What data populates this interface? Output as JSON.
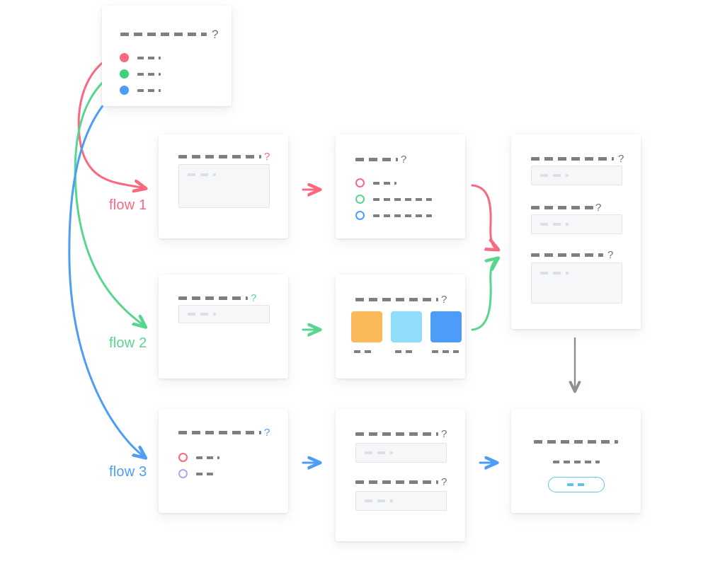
{
  "diagram": {
    "title": "user flow wireframe diagram",
    "background": "#ffffff"
  },
  "colors": {
    "pink": "#f9697f",
    "green": "#58d68d",
    "blue": "#4d9df8",
    "purple": "#b9a5e3",
    "gray_arrow": "#8b8f96",
    "dash_dark": "#7c8085",
    "dash_light": "#c9ccd1",
    "swatch_orange": "#fcb95a",
    "swatch_lightblue": "#8fdcfb",
    "swatch_blue": "#4d9df8",
    "button_outline": "#5ec3ef",
    "field_bg": "#f6f7f8",
    "field_border": "#e2e4e7"
  },
  "flow_labels": [
    {
      "text": "flow 1",
      "color": "#f9697f"
    },
    {
      "text": "flow 2",
      "color": "#58d68d"
    },
    {
      "text": "flow 3",
      "color": "#4d9df8"
    }
  ],
  "entry_card": {
    "name": "entry-menu-card",
    "heading_q": "?",
    "options": [
      {
        "bullet_color": "#f9697f",
        "label_len": 42
      },
      {
        "bullet_color": "#58d68d",
        "label_len": 42
      },
      {
        "bullet_color": "#4d9df8",
        "label_len": 42
      }
    ]
  },
  "flow1": {
    "step1": {
      "name": "flow1-form-card",
      "heading_q": "?",
      "heading_q_color": "pink",
      "field_type": "textarea"
    },
    "step2": {
      "name": "flow1-radio-card",
      "heading_q": "?",
      "heading_q_color": "gray",
      "options": [
        {
          "ring_color": "#f9697f",
          "label_len": 42
        },
        {
          "ring_color": "#58d68d",
          "label_len": 110
        },
        {
          "ring_color": "#4d9df8",
          "label_len": 110
        }
      ]
    }
  },
  "flow2": {
    "step1": {
      "name": "flow2-form-card",
      "heading_q": "?",
      "heading_q_color": "green",
      "field_type": "input"
    },
    "step2": {
      "name": "flow2-swatch-card",
      "heading_q": "?",
      "heading_q_color": "gray",
      "swatches": [
        {
          "color": "#fcb95a",
          "caption_len": 30
        },
        {
          "color": "#8fdcfb",
          "caption_len": 26
        },
        {
          "color": "#4d9df8",
          "caption_len": 38
        }
      ]
    }
  },
  "flow3": {
    "step1": {
      "name": "flow3-radio-card",
      "heading_q": "?",
      "heading_q_color": "blue",
      "options": [
        {
          "ring_color": "#f9697f",
          "label_len": 42
        },
        {
          "ring_color": "#b9a5e3",
          "label_len": 26
        }
      ]
    },
    "step2": {
      "name": "flow3-form-card",
      "fields": [
        {
          "heading_q": "?",
          "heading_q_color": "gray"
        },
        {
          "heading_q": "?",
          "heading_q_color": "gray"
        }
      ]
    }
  },
  "merge_card": {
    "name": "summary-form-card",
    "fields": [
      {
        "heading_q": "?",
        "label_len": 150,
        "field_height": 34
      },
      {
        "heading_q": "?",
        "label_len": 114,
        "field_height": 34
      },
      {
        "heading_q": "?",
        "label_len": 131,
        "field_height": 60
      }
    ]
  },
  "final_card": {
    "name": "confirmation-card",
    "heading_len": 140,
    "subtext_len": 76,
    "button_label_len": 30
  },
  "arrows": {
    "step_arrows": [
      {
        "name": "flow1-step-arrow",
        "color": "#f9697f"
      },
      {
        "name": "flow2-step-arrow",
        "color": "#58d68d"
      },
      {
        "name": "flow3-step-arrow-1",
        "color": "#4d9df8"
      },
      {
        "name": "flow3-step-arrow-2",
        "color": "#4d9df8"
      }
    ],
    "entry_arrows": [
      {
        "name": "entry-to-flow1-arrow",
        "color": "#f9697f"
      },
      {
        "name": "entry-to-flow2-arrow",
        "color": "#58d68d"
      },
      {
        "name": "entry-to-flow3-arrow",
        "color": "#4d9df8"
      }
    ],
    "merge_arrows": [
      {
        "name": "flow1-to-summary-arrow",
        "color": "#f9697f"
      },
      {
        "name": "flow2-to-summary-arrow",
        "color": "#58d68d"
      }
    ],
    "final_arrow": {
      "name": "summary-to-confirmation-arrow",
      "color": "#8b8f96"
    }
  }
}
